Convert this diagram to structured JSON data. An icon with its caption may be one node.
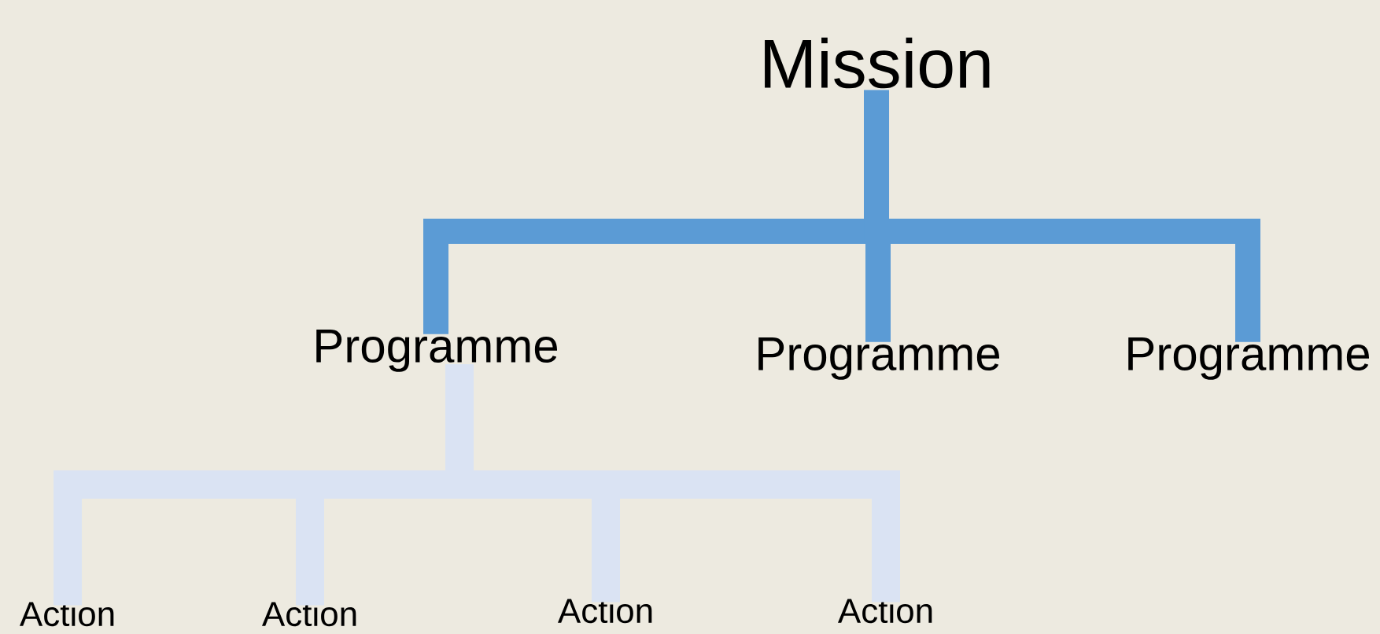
{
  "diagram": {
    "nodes": [
      {
        "text": [
          "Mission"
        ]
      },
      {
        "text": [
          "Programme"
        ]
      },
      {
        "text": [
          "Programme"
        ]
      },
      {
        "text": [
          "Programme"
        ]
      },
      {
        "text": [
          "Action"
        ]
      },
      {
        "text": [
          "Action"
        ]
      },
      {
        "text": [
          "Action"
        ]
      },
      {
        "text": [
          "Action"
        ]
      }
    ],
    "edges": [
      {
        "from": 0,
        "to": 1,
        "arrow": "none",
        "color": "#5b9bd5"
      },
      {
        "from": 0,
        "to": 2,
        "arrow": "none",
        "color": "#5b9bd5"
      },
      {
        "from": 0,
        "to": 3,
        "arrow": "none",
        "color": "#5b9bd5"
      },
      {
        "from": 1,
        "to": 4,
        "arrow": "none"
      },
      {
        "from": 1,
        "to": 5,
        "arrow": "none"
      },
      {
        "from": 1,
        "to": 6,
        "arrow": "none"
      },
      {
        "from": 1,
        "to": 7,
        "arrow": "none"
      }
    ]
  }
}
